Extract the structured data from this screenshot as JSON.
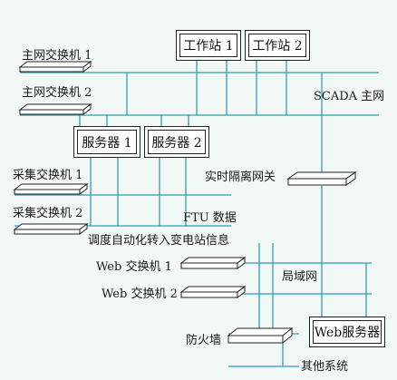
{
  "diagram": {
    "workstations": [
      "工作站 1",
      "工作站 2"
    ],
    "servers": [
      "服务器 1",
      "服务器 2"
    ],
    "web_server": "Web服务器",
    "labels": {
      "main_switch_1": "主网交换机 1",
      "main_switch_2": "主网交换机 2",
      "scada_main_net": "SCADA 主网",
      "realtime_gateway": "实时隔离网关",
      "collect_switch_1": "采集交换机 1",
      "collect_switch_2": "采集交换机 2",
      "ftu_data": "FTU 数据",
      "dispatch_substation_info": "调度自动化转入变电站信息",
      "web_switch_1": "Web 交换机 1",
      "web_switch_2": "Web 交换机 2",
      "lan": "局域网",
      "firewall": "防火墙",
      "other_systems": "其他系统"
    },
    "colors": {
      "network_line": "#2aa0b4",
      "box_border": "#222222",
      "device_fill": "#ffffff",
      "background": "#f1f8f5"
    }
  }
}
